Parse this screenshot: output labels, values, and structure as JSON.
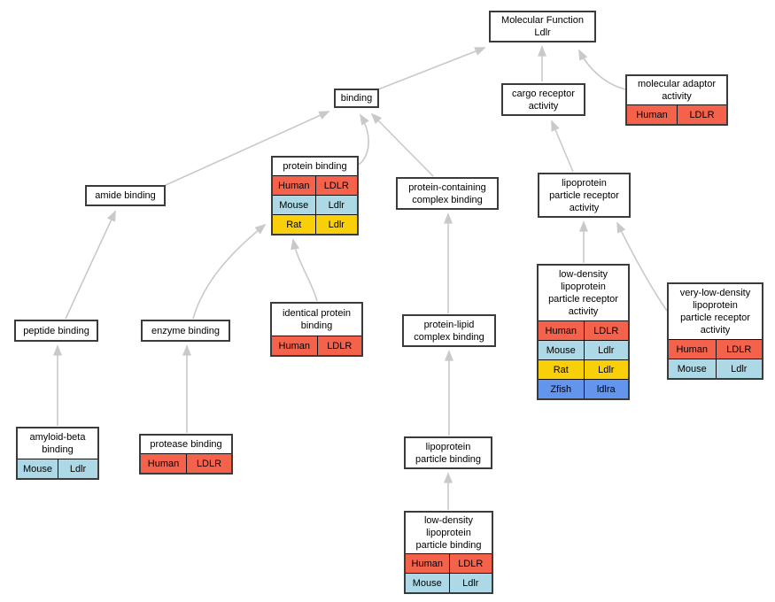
{
  "diagram": {
    "title": "Molecular Function Ldlr",
    "colors": {
      "edge": "#c9c9c9",
      "node_border": "#3b3b3b",
      "cell_border": "#111111"
    },
    "species_colors": {
      "Human": "#f4624c",
      "Mouse": "#add8e6",
      "Rat": "#f9cf0a",
      "Zfish": "#6495ed"
    },
    "nodes": [
      {
        "id": "molecular-function",
        "lines": [
          "Molecular Function",
          "Ldlr"
        ],
        "rows": []
      },
      {
        "id": "binding",
        "lines": [
          "binding"
        ],
        "rows": []
      },
      {
        "id": "cargo-receptor-activity",
        "lines": [
          "cargo receptor",
          "activity"
        ],
        "rows": []
      },
      {
        "id": "molecular-adaptor-activity",
        "lines": [
          "molecular adaptor",
          "activity"
        ],
        "rows": [
          {
            "species": "Human",
            "gene": "LDLR"
          }
        ]
      },
      {
        "id": "protein-binding",
        "lines": [
          "protein binding"
        ],
        "rows": [
          {
            "species": "Human",
            "gene": "LDLR"
          },
          {
            "species": "Mouse",
            "gene": "Ldlr"
          },
          {
            "species": "Rat",
            "gene": "Ldlr"
          }
        ]
      },
      {
        "id": "amide-binding",
        "lines": [
          "amide binding"
        ],
        "rows": []
      },
      {
        "id": "protein-containing-complex-binding",
        "lines": [
          "protein-containing",
          "complex binding"
        ],
        "rows": []
      },
      {
        "id": "lipoprotein-particle-receptor-activity",
        "lines": [
          "lipoprotein",
          "particle receptor",
          "activity"
        ],
        "rows": []
      },
      {
        "id": "peptide-binding",
        "lines": [
          "peptide binding"
        ],
        "rows": []
      },
      {
        "id": "enzyme-binding",
        "lines": [
          "enzyme binding"
        ],
        "rows": []
      },
      {
        "id": "identical-protein-binding",
        "lines": [
          "identical protein",
          "binding"
        ],
        "rows": [
          {
            "species": "Human",
            "gene": "LDLR"
          }
        ]
      },
      {
        "id": "protein-lipid-complex-binding",
        "lines": [
          "protein-lipid",
          "complex binding"
        ],
        "rows": []
      },
      {
        "id": "low-density-lipoprotein-particle-receptor-activity",
        "lines": [
          "low-density",
          "lipoprotein",
          "particle receptor",
          "activity"
        ],
        "rows": [
          {
            "species": "Human",
            "gene": "LDLR"
          },
          {
            "species": "Mouse",
            "gene": "Ldlr"
          },
          {
            "species": "Rat",
            "gene": "Ldlr"
          },
          {
            "species": "Zfish",
            "gene": "ldlra"
          }
        ]
      },
      {
        "id": "very-low-density-lipoprotein-particle-receptor-activity",
        "lines": [
          "very-low-density",
          "lipoprotein",
          "particle receptor",
          "activity"
        ],
        "rows": [
          {
            "species": "Human",
            "gene": "LDLR"
          },
          {
            "species": "Mouse",
            "gene": "Ldlr"
          }
        ]
      },
      {
        "id": "amyloid-beta-binding",
        "lines": [
          "amyloid-beta",
          "binding"
        ],
        "rows": [
          {
            "species": "Mouse",
            "gene": "Ldlr"
          }
        ]
      },
      {
        "id": "protease-binding",
        "lines": [
          "protease binding"
        ],
        "rows": [
          {
            "species": "Human",
            "gene": "LDLR"
          }
        ]
      },
      {
        "id": "lipoprotein-particle-binding",
        "lines": [
          "lipoprotein",
          "particle binding"
        ],
        "rows": []
      },
      {
        "id": "low-density-lipoprotein-particle-binding",
        "lines": [
          "low-density",
          "lipoprotein",
          "particle binding"
        ],
        "rows": [
          {
            "species": "Human",
            "gene": "LDLR"
          },
          {
            "species": "Mouse",
            "gene": "Ldlr"
          }
        ]
      }
    ],
    "edges": [
      {
        "from": "binding",
        "to": "molecular-function"
      },
      {
        "from": "cargo-receptor-activity",
        "to": "molecular-function"
      },
      {
        "from": "molecular-adaptor-activity",
        "to": "molecular-function"
      },
      {
        "from": "amide-binding",
        "to": "binding"
      },
      {
        "from": "protein-binding",
        "to": "binding"
      },
      {
        "from": "protein-containing-complex-binding",
        "to": "binding"
      },
      {
        "from": "lipoprotein-particle-receptor-activity",
        "to": "cargo-receptor-activity"
      },
      {
        "from": "peptide-binding",
        "to": "amide-binding"
      },
      {
        "from": "enzyme-binding",
        "to": "protein-binding"
      },
      {
        "from": "identical-protein-binding",
        "to": "protein-binding"
      },
      {
        "from": "amyloid-beta-binding",
        "to": "peptide-binding"
      },
      {
        "from": "protease-binding",
        "to": "enzyme-binding"
      },
      {
        "from": "protein-lipid-complex-binding",
        "to": "protein-containing-complex-binding"
      },
      {
        "from": "lipoprotein-particle-binding",
        "to": "protein-lipid-complex-binding"
      },
      {
        "from": "low-density-lipoprotein-particle-binding",
        "to": "lipoprotein-particle-binding"
      },
      {
        "from": "low-density-lipoprotein-particle-receptor-activity",
        "to": "lipoprotein-particle-receptor-activity"
      },
      {
        "from": "very-low-density-lipoprotein-particle-receptor-activity",
        "to": "lipoprotein-particle-receptor-activity"
      }
    ]
  }
}
